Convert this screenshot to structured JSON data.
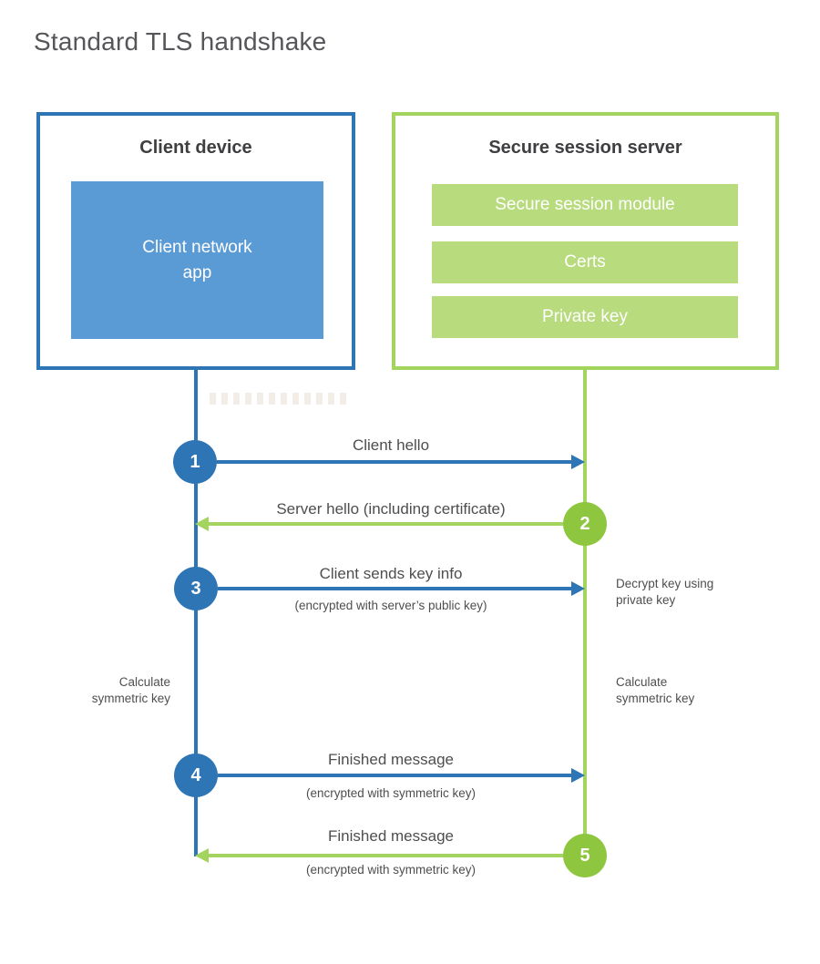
{
  "title": "Standard TLS handshake",
  "client": {
    "title": "Client device",
    "app_line1": "Client network",
    "app_line2": "app"
  },
  "server": {
    "title": "Secure session server",
    "modules": [
      "Secure session module",
      "Certs",
      "Private key"
    ]
  },
  "steps": [
    {
      "number": "1",
      "label": "Client hello",
      "sublabel": "",
      "direction": "right",
      "actor": "client"
    },
    {
      "number": "2",
      "label": "Server hello (including certificate)",
      "sublabel": "",
      "direction": "left",
      "actor": "server"
    },
    {
      "number": "3",
      "label": "Client sends key info",
      "sublabel": "(encrypted with server’s public key)",
      "direction": "right",
      "actor": "client"
    },
    {
      "number": "4",
      "label": "Finished message",
      "sublabel": "(encrypted with symmetric key)",
      "direction": "right",
      "actor": "client"
    },
    {
      "number": "5",
      "label": "Finished message",
      "sublabel": "(encrypted with symmetric key)",
      "direction": "left",
      "actor": "server"
    }
  ],
  "side_notes": {
    "left_calculate": {
      "line1": "Calculate",
      "line2": "symmetric key"
    },
    "right_decrypt": {
      "line1": "Decrypt key using",
      "line2": "private key"
    },
    "right_calculate": {
      "line1": "Calculate",
      "line2": "symmetric key"
    }
  },
  "colors": {
    "blue": "#2e75b6",
    "blue_light": "#5b9bd5",
    "green": "#a3d45e",
    "green_circle": "#8fc640",
    "green_light": "#b7db7d",
    "text_dark": "#3f3f42",
    "text_label": "#4e4e50",
    "title_gray": "#56565a"
  }
}
